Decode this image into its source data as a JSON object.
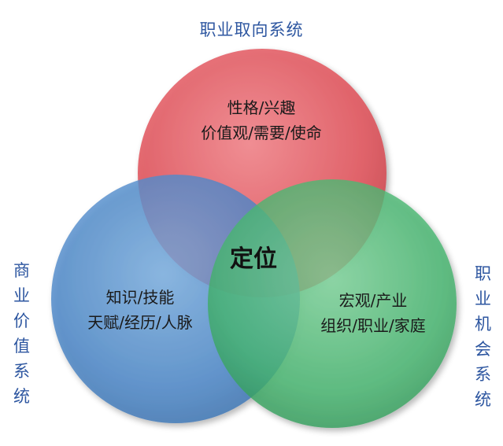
{
  "diagram": {
    "top_label": "职业取向系统",
    "left_label": "商业价值系统",
    "right_label": "职业机会系统",
    "center_label": "定位",
    "circles": [
      {
        "color": "#e8575f",
        "lines": [
          "性格/兴趣",
          "价值观/需要/使命"
        ]
      },
      {
        "color": "#4a86c8",
        "lines": [
          "知识/技能",
          "天赋/经历/人脉"
        ]
      },
      {
        "color": "#45b46e",
        "lines": [
          "宏观/产业",
          "组织/职业/家庭"
        ]
      }
    ],
    "label_color": "#2d56a0"
  }
}
